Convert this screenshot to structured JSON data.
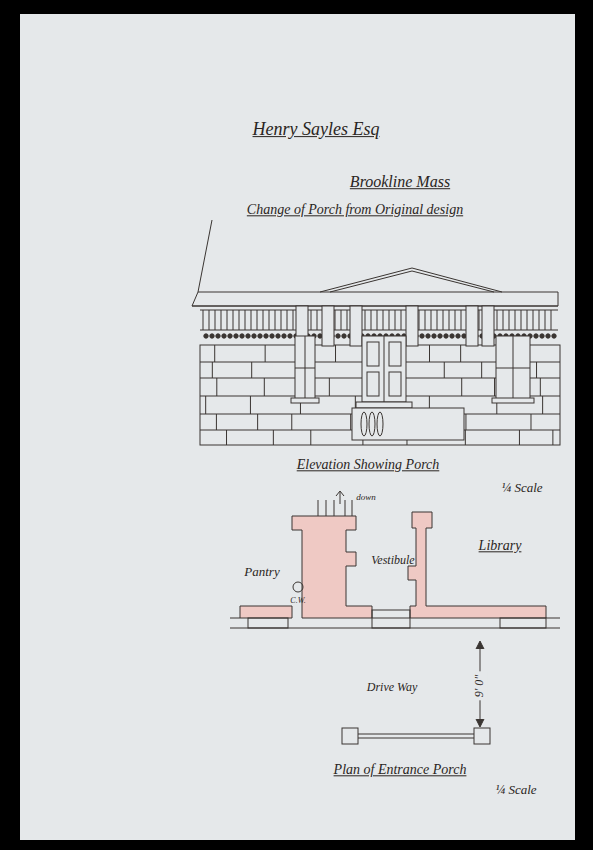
{
  "diagram": {
    "title": "Henry Sayles Esq",
    "labels": [
      "Brookline Mass",
      "Change of Porch from Original design",
      "Elevation Showing Porch",
      "¼ Scale",
      "down",
      "C.W.",
      "Pantry",
      "Vestibule",
      "Library",
      "Drive Way",
      "9' 0\"",
      "Plan of Entrance Porch",
      "¼ Scale"
    ]
  }
}
